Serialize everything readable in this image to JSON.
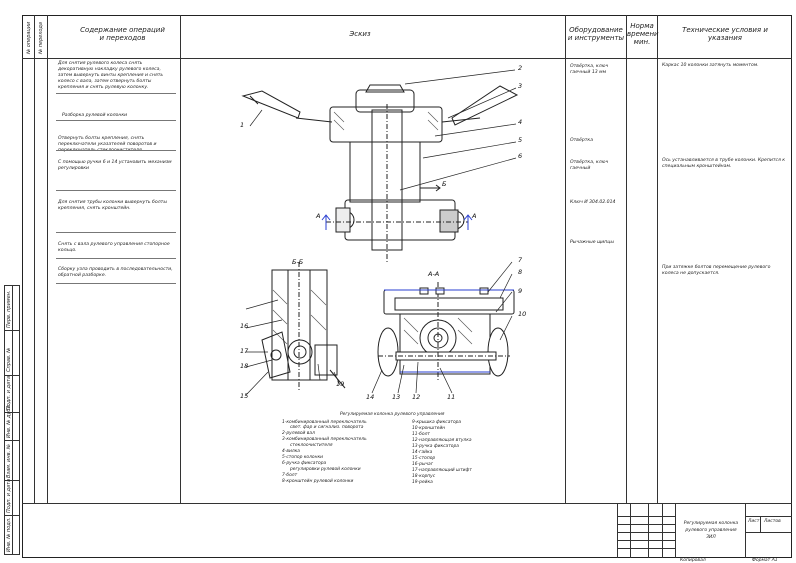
{
  "header": {
    "col_no_op": "№ операции",
    "col_no_step": "№ перехода",
    "col_content": "Содержание операций и переходов",
    "col_sketch": "Эскиз",
    "col_equipment": "Оборудование и инструменты",
    "col_time": "Норма времени мин.",
    "col_conditions": "Технические условия и указания"
  },
  "operations": [
    "Для снятия рулевого колеса снять декоративную накладку рулевого колеса, затем вывернуть винты крепления и снять колесо с вала, затем отвернуть болты крепления и снять рулевую колонку.",
    "Разборка рулевой колонки",
    "Отвернуть болты крепления, снять переключатели указателей поворотов и переключатель стеклоочистителя.",
    "С помощью ручки 6 и 14 установить механизм регулировки",
    "Для снятия трубы колонки вывернуть болты крепления, снять кронштейн.",
    "Снять с вала рулевого управления стопорное кольцо.",
    "Сборку узла проводить в последовательности, обратной разборке."
  ],
  "equipment": [
    "Отвёртка, ключ гаечный 13 мм",
    "Отвёртка",
    "Отвёртка, ключ гаечный",
    "Ключ И 304.02.014",
    "Рычажные щипцы"
  ],
  "conditions": [
    "Каркас 10 колонки затянуть моментом.",
    "Ось устанавливается в трубе колонки. Крепится к специальным кронштейнам.",
    "При затяжке болтов перемещение рулевого колеса не допускается."
  ],
  "sketch": {
    "section_bb": "Б-Б",
    "section_aa": "А-А",
    "label_a": "А",
    "label_b": "Б",
    "positions": [
      "1",
      "2",
      "3",
      "4",
      "5",
      "6",
      "7",
      "8",
      "9",
      "10",
      "11",
      "12",
      "13",
      "14",
      "15",
      "16",
      "17",
      "18",
      "19"
    ],
    "legend_title": "Регулируемая колонка рулевого управления",
    "legend_left": [
      "1-комбинированный переключатель",
      "свет. фар и сигнализ. поворота",
      "2-рулевой вал",
      "3-комбинированный переключатель",
      "стеклоочистителя",
      "4-вилка",
      "5-стопор колонки",
      "6-ручка фиксатора",
      "регулировки рулевой колонки",
      "7-болт",
      "8-кронштейн рулевой колонки"
    ],
    "legend_right": [
      "9-крышка фиксатора",
      "10-кронштейн",
      "11-болт",
      "12-направляющая втулка",
      "13-ручка фиксатора",
      "14-гайка",
      "15-стопор",
      "16-рычаг",
      "17-направляющий штифт",
      "18-корпус",
      "19-рейка"
    ]
  },
  "title_block": {
    "name": "Регулируемая колонка рулевого управления ЗИЛ",
    "sheet_label": "Лист",
    "sheets_label": "Листов",
    "format_label": "Формат А1",
    "copied_label": "Копировал"
  },
  "left_strip": [
    "Перв. примен.",
    "Справ. №",
    "Подп. и дата",
    "Инв. № дубл.",
    "Взам. инв. №",
    "Подп. и дата",
    "Инв. № подл."
  ],
  "colors": {
    "line": "#222222",
    "accent_blue": "#2a3fd1"
  }
}
